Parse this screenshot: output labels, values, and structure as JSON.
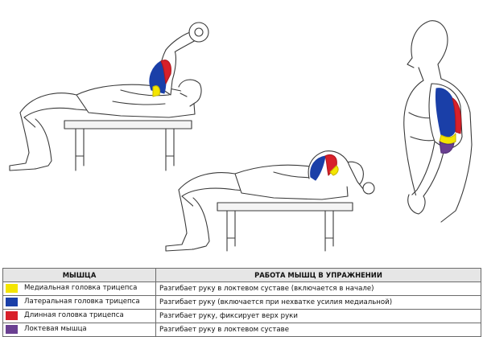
{
  "table": {
    "headers": {
      "muscle": "МЫШЦА",
      "work": "РАБОТА МЫШЦ В УПРАЖНЕНИИ"
    },
    "rows": [
      {
        "muscle": "Медиальная головка трицепса",
        "work": "Разгибает руку в локтевом суставе (включается в начале)",
        "color": "#f4e500"
      },
      {
        "muscle": "Латеральная головка трицепса",
        "work": "Разгибает руку (включается  при нехватке усилия медиальной)",
        "color": "#1a3fa8"
      },
      {
        "muscle": "Длинная головка трицепса",
        "work": "Разгибает руку, фиксирует верх руки",
        "color": "#d8202a"
      },
      {
        "muscle": "Локтевая мышца",
        "work": "Разгибает руку в локтевом суставе",
        "color": "#6a3f91"
      }
    ]
  }
}
